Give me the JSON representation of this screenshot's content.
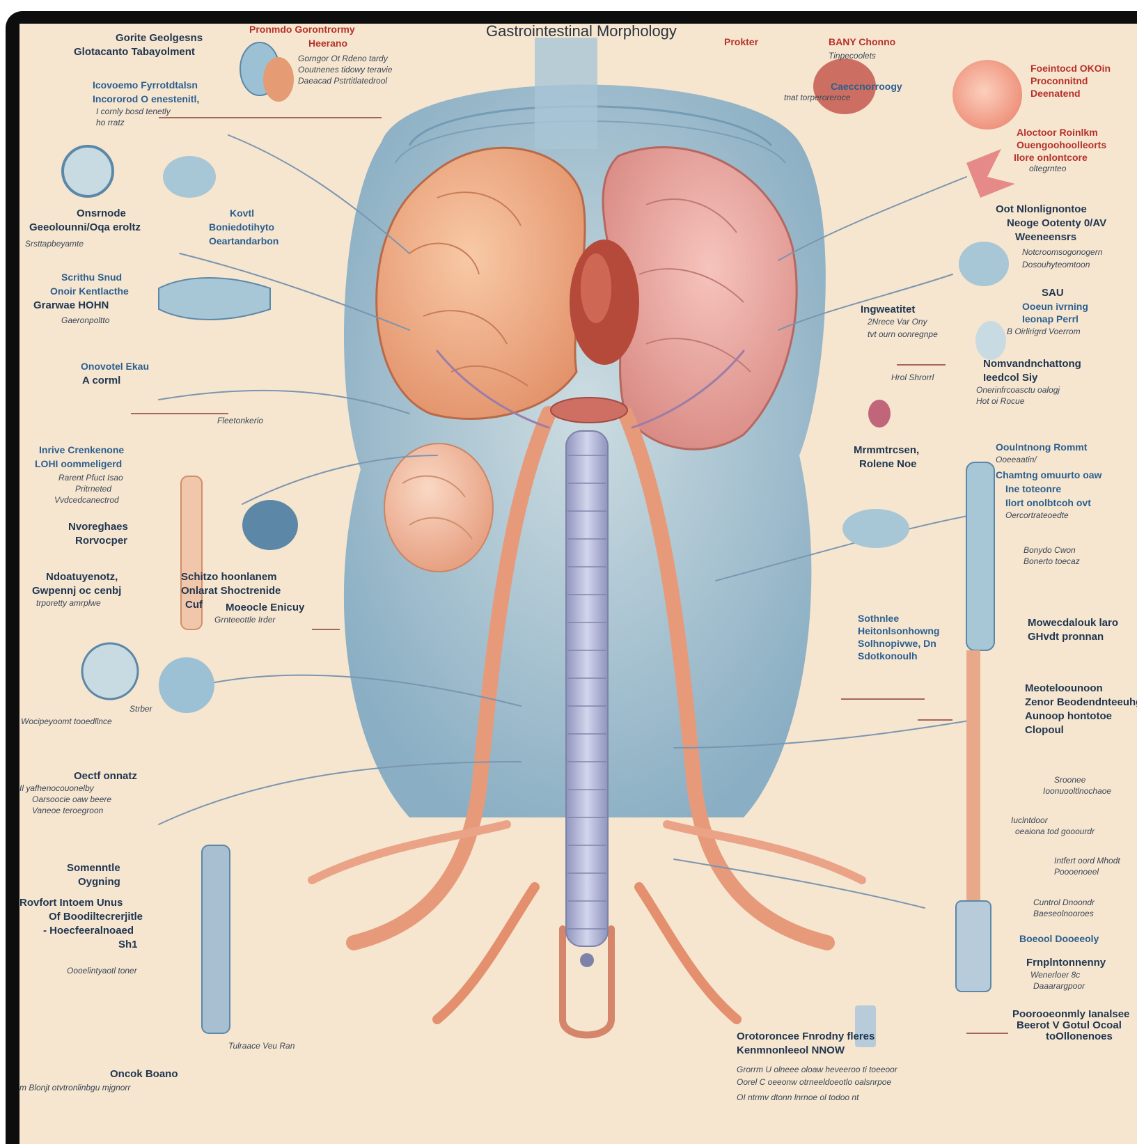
{
  "title": "Gastrointestinal Morphology",
  "colors": {
    "background": "#f6e6cf",
    "frame": "#0d0d0d",
    "tissue": "#f0b08c",
    "lung_pink": "#e9a79d",
    "blue_membrane": "#9cc0d4",
    "tube": "#b9bcd8",
    "label_red": "#b5312a",
    "label_blue": "#2b5f90",
    "label_dark": "#1f3550"
  },
  "labels": {
    "l01": "Gorite Geolgesns",
    "l02": "Glotacanto Tabayolment",
    "l03": "Pronmdo Gorontrormy",
    "l04": "Heerano",
    "l05": "Gorngor Ot Rdeno tardy",
    "l06": "Ooutnenes tidowy teravie",
    "l07": "Daeacad Pstrtitlatedrool",
    "l08": "Icovoemo Fyrrotdtalsn",
    "l09": "Incororod O enestenitl,",
    "l10": "I cornly bosd tenetly",
    "l11": "ho rratz",
    "l12": "Onsrnode",
    "l13": "Geeolounni/Oqa eroltz",
    "l14": "Srsttapbeyamte",
    "l15": "Kovtl",
    "l16": "Boniedotihyto",
    "l17": "Oeartandarbon",
    "l18": "Scrithu Snud",
    "l19": "Onoir Kentlacthe",
    "l20": "Grarwae HOHN",
    "l21": "Gaeronpoltto",
    "l22": "Onovotel Ekau",
    "l23": "A corml",
    "l24": "Fleetonkerio",
    "l25": "Inrive Crenkenone",
    "l26": "LOHI oommeligerd",
    "l27": "Rarent Pfuct Isao",
    "l28": "Pritrneted",
    "l29": "Vvdcedcanectrod",
    "l30": "Nvoreghaes",
    "l31": "Rorvocper",
    "l32": "Ndoatuyenotz,",
    "l33": "Gwpennj oc cenbj",
    "l34": "trporetty amrplwe",
    "l35": "Schitzo hoonlanem",
    "l36": "Onlarat Shoctrenide",
    "l37": "Cuf",
    "l38": "Moeocle Enicuy",
    "l39": "Grnteeottle Irder",
    "l40": "Strber",
    "l41": "Wocipeyoomt tooedllnce",
    "l42": "Oectf onnatz",
    "l43": "Il yafhenocouonelby",
    "l44": "Oarsoocie oaw beere",
    "l45": "Vaneoe teroegroon",
    "l46": "Somenntle",
    "l47": "Oygning",
    "l48": "Rovfort Intoem Unus",
    "l49": "Of Boodiltecrerjitle",
    "l50": "- Hoecfeeralnoaed",
    "l51": "Sh1",
    "l52": "Oooelintyaotl toner",
    "l53": "Oncok Boano",
    "l54": "m Blonjt otvtronlinbgu mjgnorr",
    "l55": "Tulraace Veu Ran",
    "l56": "Prokter",
    "l57": "BANY Chonno",
    "l58": "Tinpecoolets",
    "l59": "Caeccnorroogy",
    "l60": "tnat torperoreroce",
    "l61": "Foeintocd OKOin",
    "l62": "Proconnitnd",
    "l63": "Deenatend",
    "l64": "Aloctoor Roinlkm",
    "l65": "Ouengoohoolleorts",
    "l66": "Ilore onlontcore",
    "l67": "oltegrnteo",
    "l68": "Oot Nlonlignontoe",
    "l69": "Neoge Ootenty 0/AV",
    "l70": "Weeneensrs",
    "l71": "Notcroomsogonogern",
    "l72": "Dosouhyteomtoon",
    "l73": "SAU",
    "l74": "Ooeun ivrning",
    "l75": "Ieonap Perrl",
    "l76": "B Oirlirigrd Voerrom",
    "l77": "Ingweatitet",
    "l78": "2Nrece Var Ony",
    "l79": "tvt ourn oonregnpe",
    "l80": "Nomvandnchattong",
    "l81": "Ieedcol Siy",
    "l82": "Onerinfrcoasctu oalogj",
    "l83": "Hot oi Rocue",
    "l84": "Hrol Shrorrl",
    "l85": "Mrmmtrcsen,",
    "l86": "Rolene Noe",
    "l87": "Ooulntnong Rommt",
    "l88": "Ooeeaatin/",
    "l89": "Chamtng omuurto oaw",
    "l90": "Ine toteonre",
    "l91": "Ilort onolbtcoh ovt",
    "l92": "Oercortrateoedte",
    "l93": "Bonydo Cwon",
    "l94": "Bonerto toecaz",
    "l95": "Sothnlee",
    "l96": "Heitonlsonhowng",
    "l97": "Solhnopivwe, Dn",
    "l98": "Sdotkonoulh",
    "l99": "Mowecdalouk laro",
    "l100": "GHvdt pronnan",
    "l101": "Meoteloounoon",
    "l102": "Zenor Beodendnteeuhg",
    "l103": "Aunoop hontotoe",
    "l104": "Clopoul",
    "l105": "Sroonee",
    "l106": "Ioonuooltlnochaoe",
    "l107": "Iuclntdoor",
    "l108": "oeaiona tod gooourdr",
    "l109": "Intfert oord Mhodt",
    "l110": "Poooenoeel",
    "l111": "Cuntrol Dnoondr",
    "l112": "Baeseolnooroes",
    "l113": "Boeool Dooeeoly",
    "l114": "Frnplntonnenny",
    "l115": "Wenerloer 8c",
    "l116": "Daaarargpoor",
    "l117": "Poorooeonmly Ianalsee",
    "l118": "Beerot V Gotul Ocoal",
    "l119": "toOllonenoes",
    "l120": "Orotoroncee Fnrodny fleres",
    "l121": "Kenmnonleeol NNOW",
    "l122": "Grorrm U olneee oloaw heveeroo ti toeeoor",
    "l123": "Oorel C oeeonw otrneeldoeotlo oalsnrpoe",
    "l124": "OI ntrmv dtonn lnrnoe ol todoo nt"
  }
}
